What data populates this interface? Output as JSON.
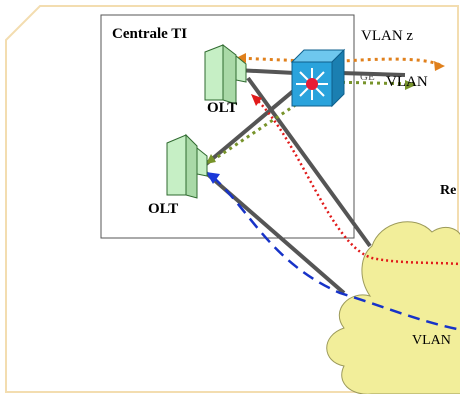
{
  "central": {
    "title": "Centrale TI"
  },
  "olt_top": {
    "label": "OLT"
  },
  "olt_bottom": {
    "label": "OLT"
  },
  "links": {
    "vlan_z": "VLAN z",
    "vlan": "VLAN",
    "ge": "GE",
    "network": "Re",
    "vlan_cloud": "VLAN"
  },
  "colors": {
    "page_border": "#f3ddb0",
    "olt_fill": "#c6efc5",
    "olt_stroke": "#2f6a2f",
    "switch_fill": "#2aa3dc",
    "cloud_fill": "#f2ee9a",
    "cloud_stroke": "#9c9a5a",
    "trunk": "#555555",
    "orange_path": "#e0801c",
    "green_path": "#77932a",
    "red_path": "#e11a1a",
    "blue_path": "#1733c8",
    "blue_solid": "#1b39d8"
  }
}
